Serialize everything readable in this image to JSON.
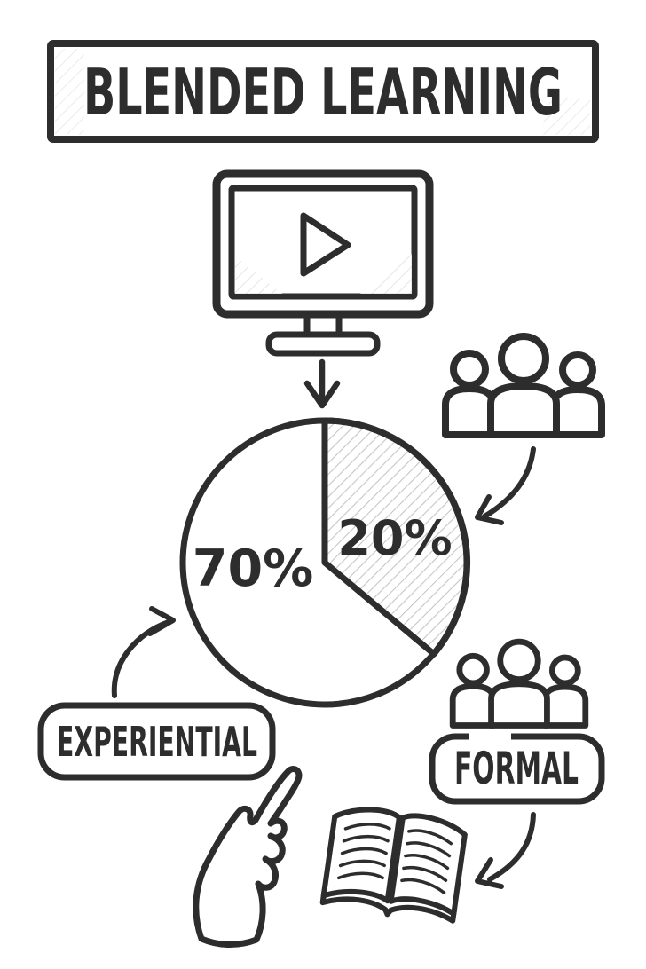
{
  "title": {
    "label": "BLENDED LEARNING"
  },
  "chart_data": {
    "type": "pie",
    "title": "BLENDED LEARNING",
    "slices": [
      {
        "label": "EXPERIENTIAL",
        "display": "70%",
        "value": 70,
        "fill_style": "plain-white"
      },
      {
        "label": "FORMAL",
        "display": "20%",
        "value": 20,
        "fill_style": "diagonal-hatch"
      }
    ],
    "legend_position": "callout-bubbles",
    "annotations": [
      "monitor with play button feeds into pie via straight down arrow",
      "people-group icon points to hatched 20% slice via curved arrow",
      "EXPERIENTIAL bubble points to 70% slice via curved arrow",
      "FORMAL bubble sits under second people-group icon and points to open book via curved arrow",
      "pointing hand gestures at the book area"
    ]
  },
  "pie": {
    "label_70": "70%",
    "label_20": "20%"
  },
  "badges": {
    "experiential": "EXPERIENTIAL",
    "formal": "FORMAL"
  },
  "icons": [
    {
      "name": "monitor-play-icon"
    },
    {
      "name": "down-arrow-icon"
    },
    {
      "name": "people-group-icon-top"
    },
    {
      "name": "people-group-icon-bottom"
    },
    {
      "name": "curved-arrow-people-to-pie"
    },
    {
      "name": "curved-arrow-experiential-to-pie"
    },
    {
      "name": "curved-arrow-formal-to-book"
    },
    {
      "name": "pointing-hand-icon"
    },
    {
      "name": "open-book-icon"
    }
  ],
  "colors": {
    "ink": "#2d2d2d",
    "background": "#ffffff",
    "hatch": "#c6c6c6",
    "hatch_light": "#dcdcdc"
  }
}
